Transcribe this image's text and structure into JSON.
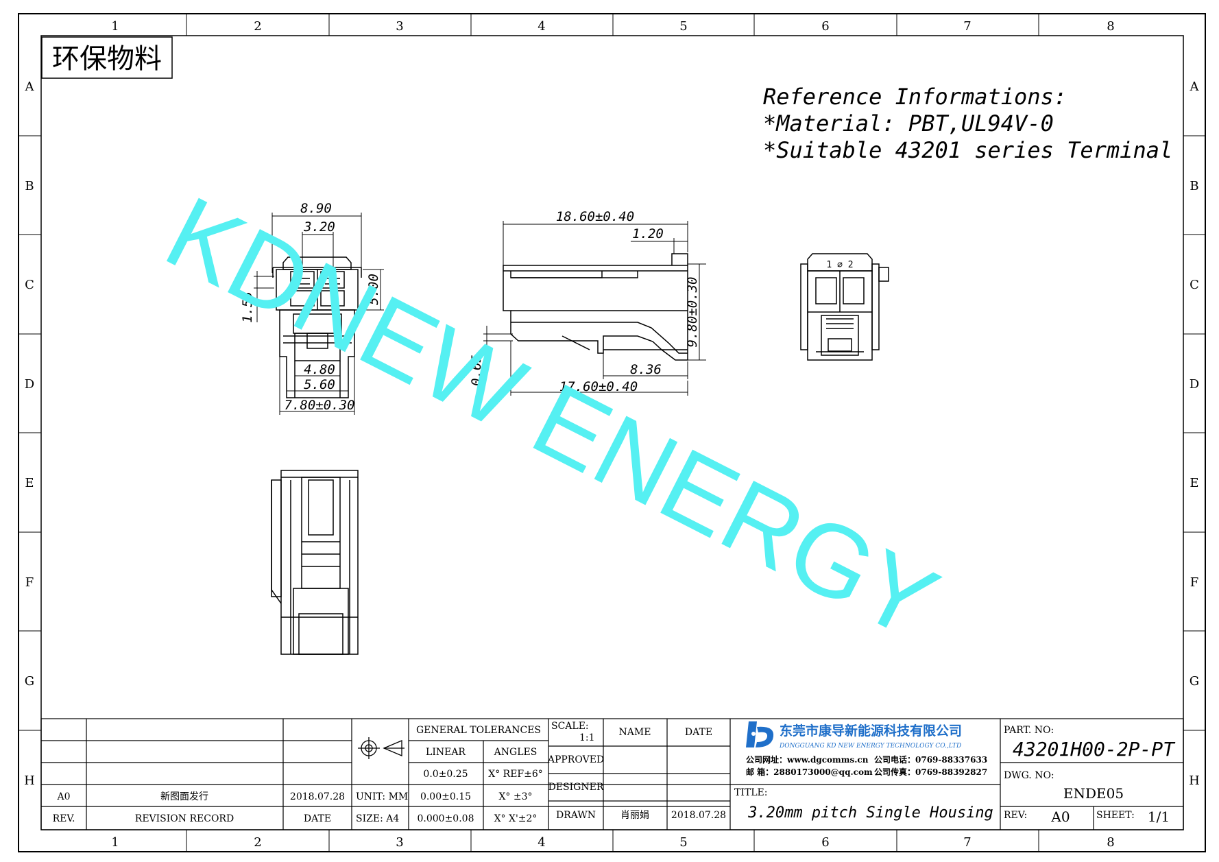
{
  "sheet": {
    "zone_columns": [
      "1",
      "2",
      "3",
      "4",
      "5",
      "6",
      "7",
      "8"
    ],
    "zone_rows": [
      "A",
      "B",
      "C",
      "D",
      "E",
      "F",
      "G",
      "H"
    ]
  },
  "stamp": "环保物料",
  "watermark": "KDNEW ENERGY",
  "reference": {
    "line1": "Reference Informations:",
    "line2": "*Material: PBT,UL94V-0",
    "line3": "*Suitable 43201 series Terminal"
  },
  "front_view": {
    "dim_width": "8.90",
    "dim_pitch": "3.20",
    "dim_height": "5.00",
    "dim_offset": "1.55",
    "dim_inner": "4.80",
    "dim_mid": "5.60",
    "dim_overall": "7.80±0.30"
  },
  "side_view": {
    "dim_length": "18.60±0.40",
    "dim_tab": "1.20",
    "dim_height": "9.80±0.30",
    "dim_latch": "8.36",
    "dim_base": "17.60±0.40",
    "dim_step": "0.65"
  },
  "rear_view": {
    "cavity_marks": "1 ⌀ 2"
  },
  "title_block": {
    "revision_rows": [
      {
        "rev": "A0",
        "record": "新图面发行",
        "date": "2018.07.28"
      }
    ],
    "rev_header": "REV.",
    "record_header": "REVISION RECORD",
    "date_header": "DATE",
    "unit_label": "UNIT: MM",
    "size_label": "SIZE: A4",
    "tolerances": {
      "header": "GENERAL TOLERANCES",
      "linear_label": "LINEAR",
      "angles_label": "ANGLES",
      "rows": [
        {
          "linear": "0.0±0.25",
          "angle": "X° REF±6°"
        },
        {
          "linear": "0.00±0.15",
          "angle": "X° ±3°"
        },
        {
          "linear": "0.000±0.08",
          "angle": "X° X'±2°"
        }
      ]
    },
    "scale_label": "SCALE:",
    "scale_value": "1:1",
    "name_header": "NAME",
    "date_col_header": "DATE",
    "approved_label": "APPROVED",
    "designer_label": "DESIGNER",
    "drawn_label": "DRAWN",
    "drawn_name": "肖丽娟",
    "drawn_date": "2018.07.28",
    "company": {
      "name_cn": "东莞市康导新能源科技有限公司",
      "name_en": "DONGGUANG KD NEW ENERGY TECHNOLOGY CO.,LTD",
      "line1_left": "公司网址：www.dgcomms.cn",
      "line1_right": "公司电话：0769-88337633",
      "line2_left": "邮    箱：2880173000@qq.com",
      "line2_right": "公司传真：0769-88392827"
    },
    "title_label": "TITLE:",
    "title_value": "3.20mm pitch Single Housing",
    "part_no_label": "PART. NO:",
    "part_no": "43201H00-2P-PT",
    "dwg_no_label": "DWG. NO:",
    "dwg_no": "ENDE05",
    "rev_label": "REV:",
    "rev_value": "A0",
    "sheet_label": "SHEET:",
    "sheet_value": "1/1"
  },
  "colors": {
    "line": "#000000",
    "watermark": "#55f0f2",
    "logo_blue": "#1f6fc9"
  }
}
